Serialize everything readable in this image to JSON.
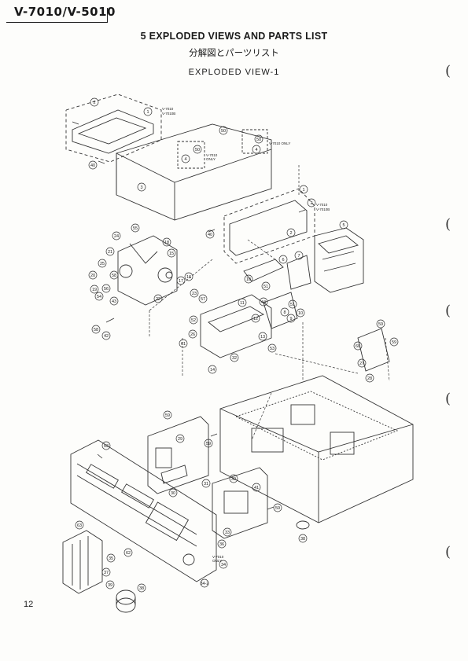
{
  "header": {
    "model": "V-7010/V-5010"
  },
  "section": {
    "title": "5  EXPLODED VIEWS AND PARTS LIST",
    "subtitle_jp": "分解図とパーツリスト",
    "view_label": "EXPLODED  VIEW-1"
  },
  "page_number": "12",
  "notes": {
    "v7010_v7010b_a": "V-7010\nV-7010B",
    "v7010_only_a": "V-7010 ONLY",
    "v7010_only_b": "V-7010\nONLY",
    "v7010_v7010b_b": "V-7010\nV-7010B",
    "v7010_only_c": "V-7010\nONLY"
  },
  "callouts": [
    "1",
    "2",
    "3",
    "4",
    "5",
    "6",
    "7",
    "8",
    "9",
    "10",
    "11",
    "12",
    "13",
    "14",
    "15",
    "16",
    "17",
    "18",
    "19",
    "20",
    "21",
    "22",
    "23",
    "24",
    "25",
    "26",
    "27",
    "28",
    "29",
    "30",
    "31",
    "32",
    "33",
    "34",
    "34-2",
    "35",
    "36",
    "37",
    "38",
    "39",
    "40",
    "41",
    "42",
    "43",
    "44",
    "45",
    "46",
    "50",
    "51",
    "52",
    "53",
    "54",
    "55",
    "56",
    "57",
    "58",
    "59",
    "60",
    "61",
    "62",
    "63"
  ],
  "edge_marks": [
    "(",
    "(",
    "(",
    "(",
    "("
  ]
}
